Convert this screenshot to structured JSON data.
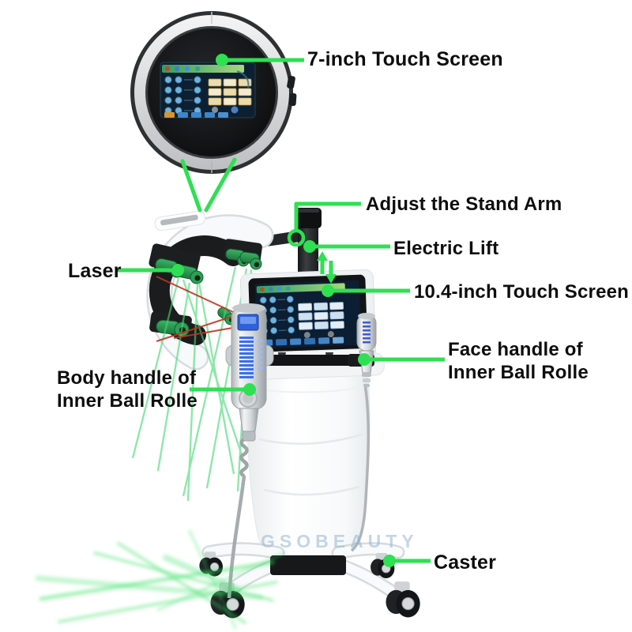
{
  "annotations": {
    "screen_7inch": {
      "label": "7-inch Touch Screen"
    },
    "stand_arm": {
      "label": "Adjust the Stand Arm"
    },
    "electric_lift": {
      "label": "Electric Lift"
    },
    "screen_104inch": {
      "label": "10.4-inch Touch Screen"
    },
    "face_handle": {
      "label_line1": "Face handle of",
      "label_line2": "Inner Ball Rolle"
    },
    "laser": {
      "label": "Laser"
    },
    "body_handle": {
      "label_line1": "Body handle of",
      "label_line2": "Inner Ball Rolle"
    },
    "caster": {
      "label": "Caster"
    }
  },
  "watermark": "GSOBEAUTY",
  "colors": {
    "callout_green": "#2ee052",
    "laser_beam_green": "#44d873",
    "laser_beam_red": "#c03423",
    "emitter_green": "#2a9a4f",
    "machine_white": "#f7f9fa",
    "screen_ui_background": "#0c1e33",
    "stand_arm_black": "#1c1d1f",
    "watermark_blue": "#96b5cf"
  }
}
